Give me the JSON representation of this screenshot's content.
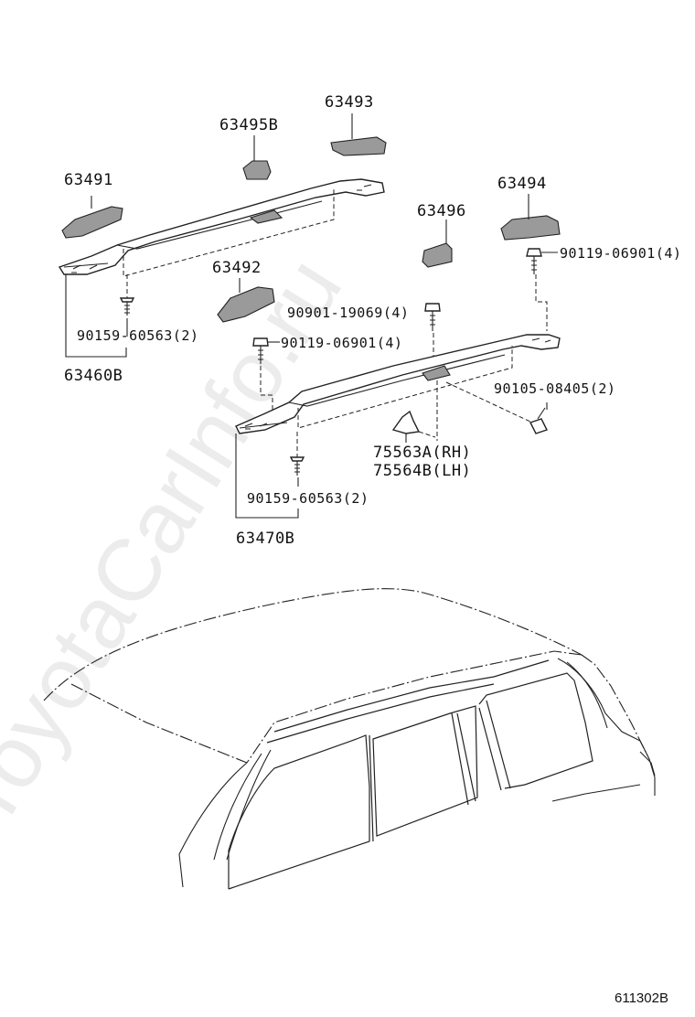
{
  "labels": {
    "p63491": "63491",
    "p63495b": "63495B",
    "p63493": "63493",
    "p63494": "63494",
    "p63496": "63496",
    "p63492": "63492",
    "p90119a": "90119-06901(4)",
    "p90901": "90901-19069(4)",
    "p90119b": "90119-06901(4)",
    "p90159a": "90159-60563(2)",
    "p63460b": "63460B",
    "p90105": "90105-08405(2)",
    "p75563a": "75563A(RH)",
    "p75564b": "75564B(LH)",
    "p90159b": "90159-60563(2)",
    "p63470b": "63470B"
  },
  "watermark": "ToyotaCarInfo.ru",
  "diagram_code": "611302B"
}
